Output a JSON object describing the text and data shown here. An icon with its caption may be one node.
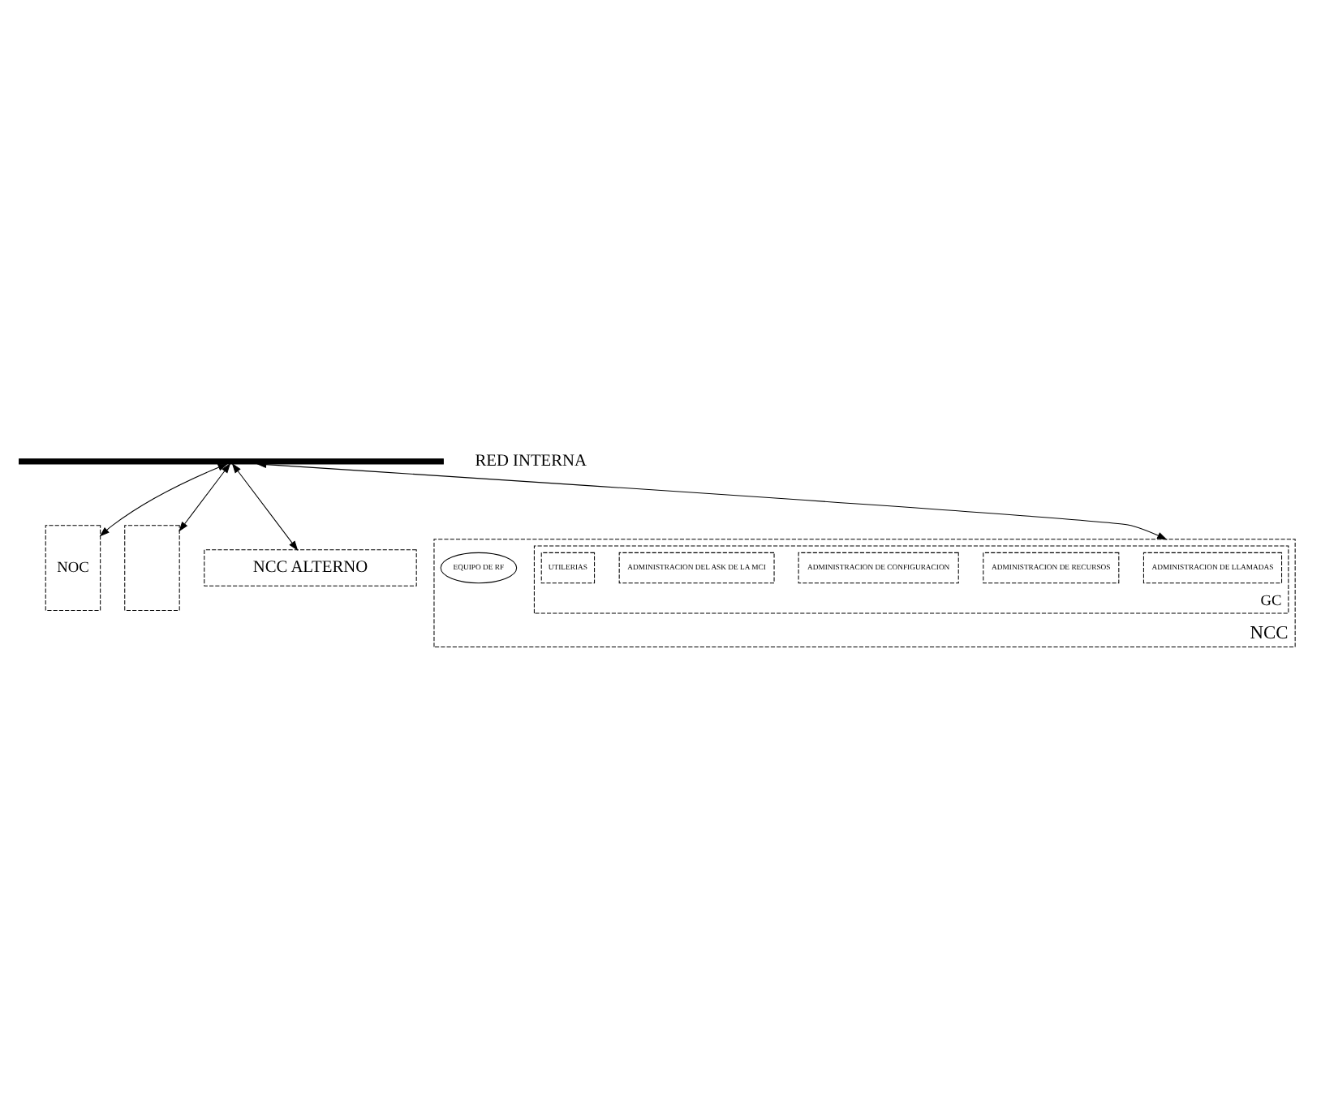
{
  "diagram": {
    "nodes": [
      {
        "text": [],
        "shape": "bar",
        "beside": [
          "RED INTERNA"
        ]
      },
      {
        "text": [
          "NOC"
        ]
      },
      {
        "text": [],
        "shape": "box"
      },
      {
        "text": [
          "NCC ALTERNO"
        ]
      },
      {
        "text": [
          "NCC"
        ]
      },
      {
        "text": [
          "GC"
        ],
        "in": 4
      },
      {
        "text": [
          "ADMINISTRACION DE LLAMADAS"
        ],
        "in": 5
      },
      {
        "text": [
          "ADMINISTRACION DE RECURSOS"
        ],
        "in": 5
      },
      {
        "text": [
          "ADMINISTRACION DE CONFIGURACION"
        ],
        "in": 5
      },
      {
        "text": [
          "ADMINISTRACION DEL ASK DE LA MCI"
        ],
        "in": 5
      },
      {
        "text": [
          "UTILERIAS"
        ],
        "in": 5
      },
      {
        "text": [
          "EQUIPO DE RF"
        ],
        "in": 4
      }
    ],
    "edges": [
      {
        "from": 0,
        "to": 1,
        "arrow": "both"
      },
      {
        "from": 0,
        "to": 2,
        "arrow": "both"
      },
      {
        "from": 0,
        "to": 4,
        "arrow": "both"
      },
      {
        "from": 0,
        "to": 3,
        "arrow": "both"
      }
    ]
  }
}
